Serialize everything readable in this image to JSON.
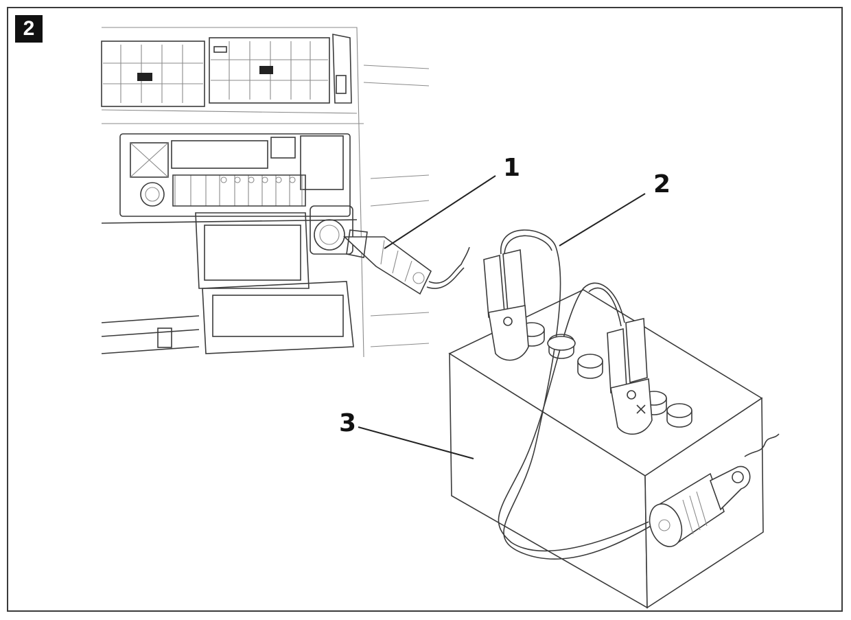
{
  "figure": {
    "number": "2"
  },
  "callouts": [
    {
      "id": "1",
      "label": "1"
    },
    {
      "id": "2",
      "label": "2"
    },
    {
      "id": "3",
      "label": "3"
    }
  ],
  "colors": {
    "ink": "#3a3a3a",
    "badge": "#111111",
    "background": "#ffffff"
  }
}
